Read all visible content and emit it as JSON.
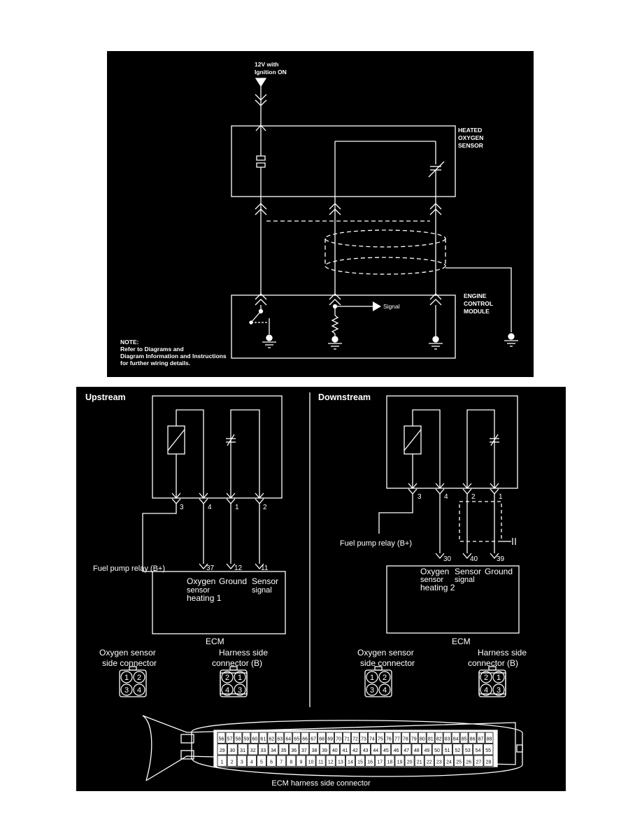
{
  "top_diagram": {
    "power_label_line1": "12V with",
    "power_label_line2": "Ignition ON",
    "sensor_label_line1": "HEATED",
    "sensor_label_line2": "OXYGEN",
    "sensor_label_line3": "SENSOR",
    "ecm_label_line1": "ENGINE",
    "ecm_label_line2": "CONTROL",
    "ecm_label_line3": "MODULE",
    "signal_label": "Signal",
    "note_title": "NOTE:",
    "note_line1": "Refer to Diagrams and",
    "note_line2": "Diagram Information and Instructions",
    "note_line3": "for further wiring details."
  },
  "upstream": {
    "title": "Upstream",
    "pins": [
      "3",
      "4",
      "1",
      "2"
    ],
    "ecm_pins": [
      "37",
      "12",
      "11"
    ],
    "fuel_pump_label": "Fuel pump relay (B+)",
    "label_oxygen": "Oxygen",
    "label_sensor": "sensor",
    "label_heating": "heating 1",
    "label_ground": "Ground",
    "label_sensor2": "Sensor",
    "label_signal": "signal",
    "ecm_label": "ECM",
    "sensor_side_line1": "Oxygen sensor",
    "sensor_side_line2": "side connector",
    "harness_side_line1": "Harness side",
    "harness_side_line2": "connector (B)",
    "sensor_connector_pins": [
      "1",
      "2",
      "3",
      "4"
    ],
    "harness_connector_pins": [
      "2",
      "1",
      "4",
      "3"
    ]
  },
  "downstream": {
    "title": "Downstream",
    "pins": [
      "3",
      "4",
      "2",
      "1"
    ],
    "ecm_pins": [
      "30",
      "40",
      "39"
    ],
    "fuel_pump_label": "Fuel pump relay (B+)",
    "label_oxygen": "Oxygen",
    "label_sensor": "sensor",
    "label_heating": "heating 2",
    "label_sensor2": "Sensor",
    "label_signal": "signal",
    "label_ground": "Ground",
    "ecm_label": "ECM",
    "sensor_side_line1": "Oxygen sensor",
    "sensor_side_line2": "side connector",
    "harness_side_line1": "Harness side",
    "harness_side_line2": "connector (B)",
    "sensor_connector_pins": [
      "1",
      "2",
      "3",
      "4"
    ],
    "harness_connector_pins": [
      "2",
      "1",
      "4",
      "3"
    ]
  },
  "ecm_connector": {
    "caption": "ECM harness side connector",
    "row1": [
      "56",
      "57",
      "58",
      "59",
      "60",
      "61",
      "62",
      "63",
      "64",
      "65",
      "66",
      "67",
      "68",
      "69",
      "70",
      "71",
      "72",
      "73",
      "74",
      "75",
      "76",
      "77",
      "78",
      "79",
      "80",
      "81",
      "82",
      "83",
      "84",
      "85",
      "86",
      "87",
      "88"
    ],
    "row2": [
      "29",
      "30",
      "31",
      "32",
      "33",
      "34",
      "35",
      "36",
      "37",
      "38",
      "39",
      "40",
      "41",
      "42",
      "43",
      "44",
      "45",
      "46",
      "47",
      "48",
      "49",
      "50",
      "51",
      "52",
      "53",
      "54",
      "55"
    ],
    "row3": [
      "1",
      "2",
      "3",
      "4",
      "5",
      "6",
      "7",
      "8",
      "9",
      "10",
      "11",
      "12",
      "13",
      "14",
      "15",
      "16",
      "17",
      "18",
      "19",
      "20",
      "21",
      "22",
      "23",
      "24",
      "25",
      "26",
      "27",
      "28"
    ]
  }
}
